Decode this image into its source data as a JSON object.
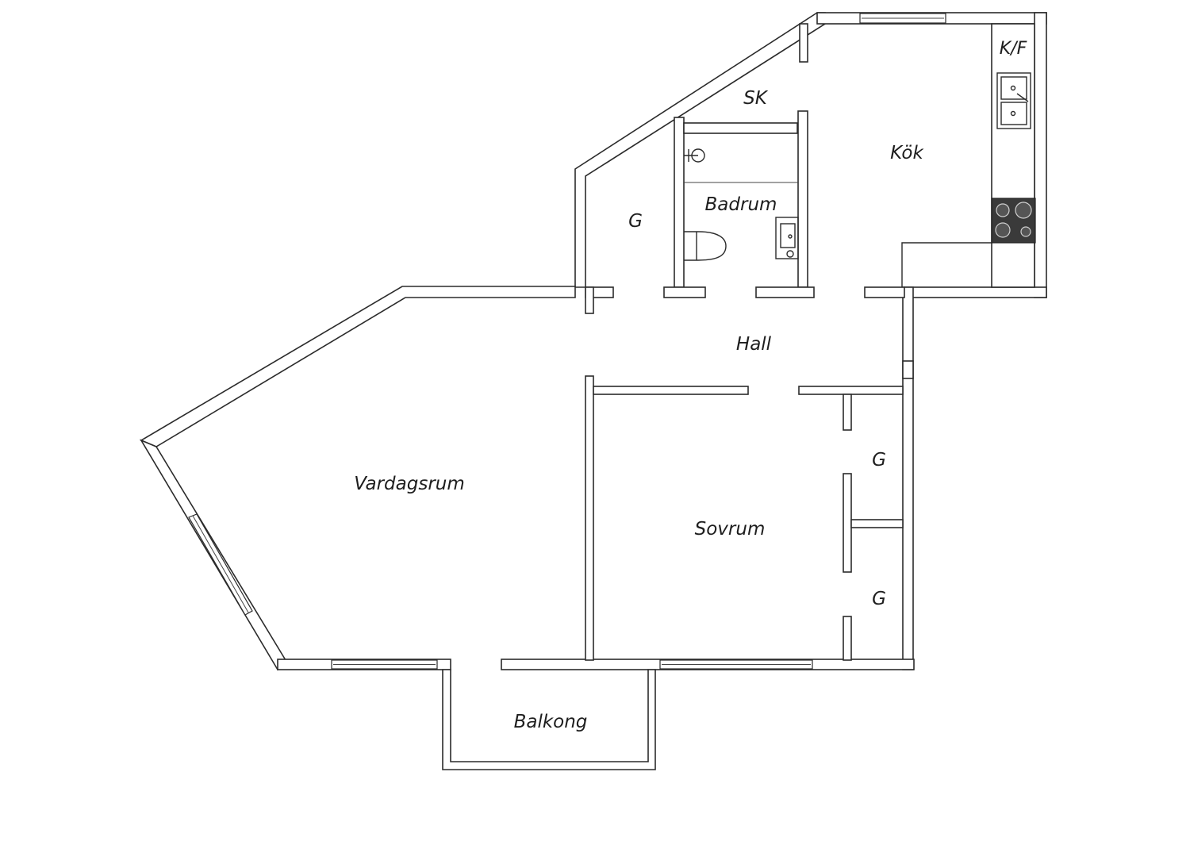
{
  "rooms": {
    "vardagsrum": "Vardagsrum",
    "sovrum": "Sovrum",
    "kok": "Kök",
    "badrum": "Badrum",
    "hall": "Hall",
    "balkong": "Balkong",
    "sk": "SK",
    "kf": "K/F",
    "g_left": "G",
    "g_right_top": "G",
    "g_right_bottom": "G"
  },
  "colors": {
    "wall_stroke": "#2b2b2b",
    "background": "#ffffff",
    "stove": "#3a3a3a"
  }
}
